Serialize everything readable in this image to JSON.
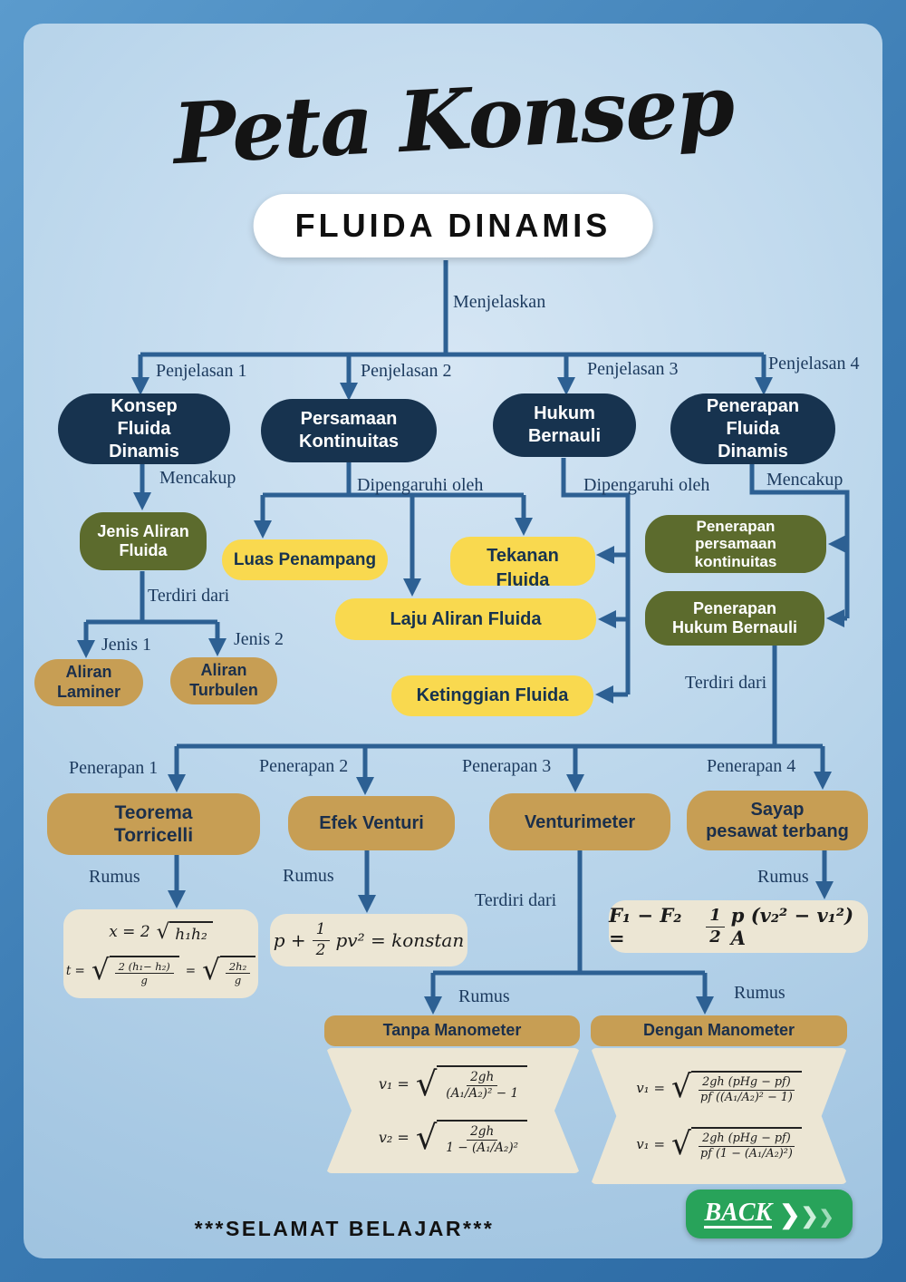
{
  "header": {
    "title": "Peta Konsep",
    "subtitle": "FLUIDA DINAMIS"
  },
  "edge_labels": {
    "menjelaskan": "Menjelaskan",
    "penjelasan1": "Penjelasan 1",
    "penjelasan2": "Penjelasan 2",
    "penjelasan3": "Penjelasan 3",
    "penjelasan4": "Penjelasan 4",
    "mencakup_konsep": "Mencakup",
    "dipengaruhi_kontinuitas": "Dipengaruhi oleh",
    "dipengaruhi_bernauli": "Dipengaruhi oleh",
    "mencakup_penerapan": "Mencakup",
    "terdiri_jenis": "Terdiri dari",
    "jenis1": "Jenis 1",
    "jenis2": "Jenis 2",
    "terdiri_penerapan": "Terdiri dari",
    "penerapan1": "Penerapan 1",
    "penerapan2": "Penerapan 2",
    "penerapan3": "Penerapan 3",
    "penerapan4": "Penerapan 4",
    "rumus_torricelli": "Rumus",
    "rumus_venturi": "Rumus",
    "rumus_sayap": "Rumus",
    "terdiri_venturimeter": "Terdiri dari",
    "rumus_tanpa": "Rumus",
    "rumus_dengan": "Rumus"
  },
  "nodes": {
    "konsep": "Konsep\nFluida\nDinamis",
    "persamaan": "Persamaan\nKontinuitas",
    "hukum": "Hukum\nBernauli",
    "penerapan": "Penerapan\nFluida\nDinamis",
    "jenis_aliran": "Jenis Aliran\nFluida",
    "luas_penampang": "Luas Penampang",
    "tekanan_fluida": "Tekanan\nFluida",
    "laju_aliran": "Laju Aliran Fluida",
    "ketinggian_fluida": "Ketinggian Fluida",
    "penerapan_kontinuitas": "Penerapan\npersamaan\nkontinuitas",
    "penerapan_bernauli": "Penerapan\nHukum Bernauli",
    "aliran_laminer": "Aliran\nLaminer",
    "aliran_turbulen": "Aliran\nTurbulen",
    "teorema_torricelli": "Teorema\nTorricelli",
    "efek_venturi": "Efek Venturi",
    "venturimeter": "Venturimeter",
    "sayap_pesawat": "Sayap\npesawat terbang",
    "tanpa_manometer": "Tanpa Manometer",
    "dengan_manometer": "Dengan Manometer"
  },
  "symbols": {
    "sqrt": "√"
  },
  "formulas": {
    "torricelli_1": {
      "lhs": "x = 2",
      "body": "h₁h₂"
    },
    "torricelli_2": {
      "lhs": "t =",
      "num1": "2 (h₁− h₂)",
      "den1": "g",
      "eq": "=",
      "num2": "2h₂",
      "den2": "g"
    },
    "venturi": {
      "lhs": "p +",
      "num": "1",
      "den": "2",
      "rhs": "pv² = konstan"
    },
    "sayap": {
      "lhs": "F₁ − F₂ =",
      "num": "1",
      "den": "2",
      "rhs": "p (v₂² − v₁²) A"
    },
    "tanpa_1": {
      "lhs": "v₁ =",
      "num": "2gh",
      "den": "(A₁/A₂)² − 1"
    },
    "tanpa_2": {
      "lhs": "v₂ =",
      "num": "2gh",
      "den": "1 − (A₁/A₂)²"
    },
    "dengan_1": {
      "lhs": "v₁ =",
      "num": "2gh (pHg − pf)",
      "den": "pf ((A₁/A₂)² − 1)"
    },
    "dengan_2": {
      "lhs": "v₁ =",
      "num": "2gh (pHg − pf)",
      "den": "pf (1 − (A₁/A₂)²)"
    }
  },
  "footer": {
    "message": "***SELAMAT BELAJAR***",
    "back_label": "BACK",
    "chevron": "❯"
  },
  "colors": {
    "frame_blue": "#3a7ab2",
    "background_blue": "#bcd7ec",
    "navy": "#17334f",
    "olive": "#5c6b2d",
    "yellow": "#f9d94f",
    "tan": "#c79e54",
    "cream": "#ece6d4",
    "arrow_blue": "#2d6093",
    "back_green": "#28a35a"
  }
}
